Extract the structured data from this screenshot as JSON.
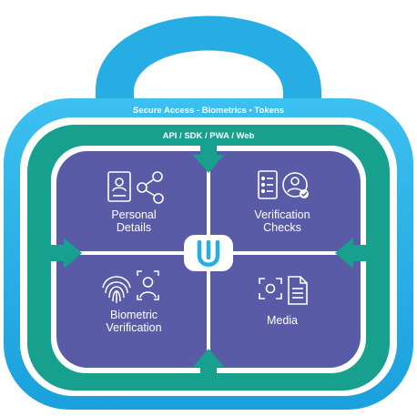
{
  "outer_label": "Secure Access - Biometrics  •  Tokens",
  "inner_label": "API / SDK / PWA / Web",
  "quadrants": {
    "personal": {
      "line1": "Personal",
      "line2": "Details",
      "icons": [
        "id-card-icon",
        "share-nodes-icon"
      ]
    },
    "verification": {
      "line1": "Verification",
      "line2": "Checks",
      "icons": [
        "checklist-document-icon",
        "verified-user-icon"
      ]
    },
    "biometric": {
      "line1": "Biometric",
      "line2": "Verification",
      "icons": [
        "fingerprint-icon",
        "face-scan-icon"
      ]
    },
    "media": {
      "line1": "Media",
      "icons": [
        "camera-focus-icon",
        "document-icon"
      ]
    }
  },
  "center_logo": "u-logo-icon",
  "colors": {
    "outer_blue": "#26aee4",
    "ring_teal": "#17a08e",
    "quadrant_purple": "#5a5ba6",
    "divider": "#ffffff",
    "logo_blue": "#26aee4"
  }
}
